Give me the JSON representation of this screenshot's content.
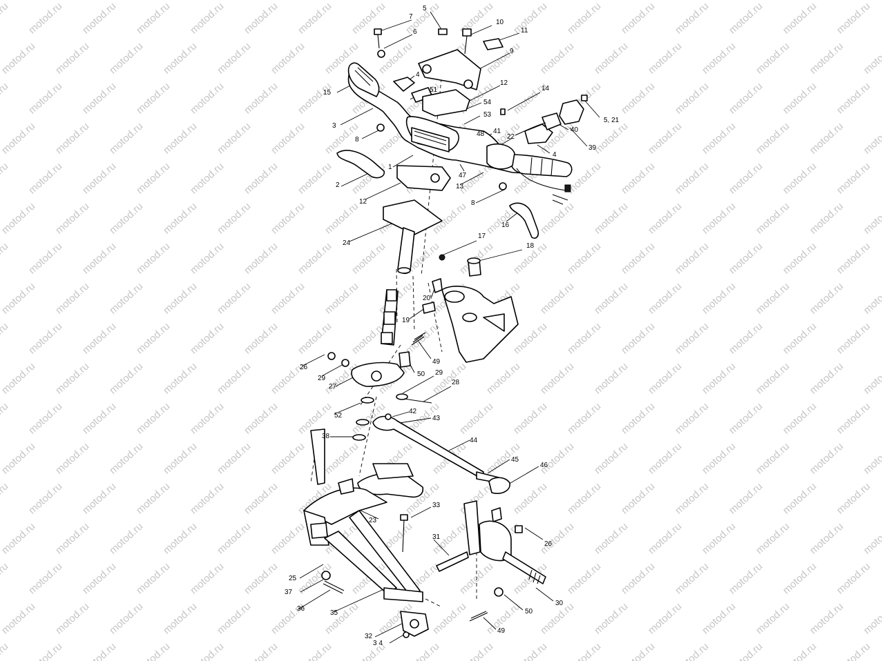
{
  "watermark": {
    "text": "motod.ru"
  },
  "parts": [
    {
      "id": "7",
      "label": "7"
    },
    {
      "id": "5a",
      "label": "5"
    },
    {
      "id": "6",
      "label": "6"
    },
    {
      "id": "10",
      "label": "10"
    },
    {
      "id": "11",
      "label": "11"
    },
    {
      "id": "9",
      "label": "9"
    },
    {
      "id": "15",
      "label": "15"
    },
    {
      "id": "4a",
      "label": "4"
    },
    {
      "id": "51",
      "label": "51"
    },
    {
      "id": "12a",
      "label": "12"
    },
    {
      "id": "14",
      "label": "14"
    },
    {
      "id": "54",
      "label": "54"
    },
    {
      "id": "53",
      "label": "53"
    },
    {
      "id": "3",
      "label": "3"
    },
    {
      "id": "5-21",
      "label": "5, 21"
    },
    {
      "id": "41",
      "label": "41"
    },
    {
      "id": "48",
      "label": "48"
    },
    {
      "id": "8a",
      "label": "8"
    },
    {
      "id": "22",
      "label": "22"
    },
    {
      "id": "40",
      "label": "40"
    },
    {
      "id": "39",
      "label": "39"
    },
    {
      "id": "4b",
      "label": "4"
    },
    {
      "id": "1",
      "label": "1"
    },
    {
      "id": "2",
      "label": "2"
    },
    {
      "id": "47",
      "label": "47"
    },
    {
      "id": "13",
      "label": "13"
    },
    {
      "id": "12b",
      "label": "12"
    },
    {
      "id": "8b",
      "label": "8"
    },
    {
      "id": "16",
      "label": "16"
    },
    {
      "id": "24",
      "label": "24"
    },
    {
      "id": "17",
      "label": "17"
    },
    {
      "id": "18",
      "label": "18"
    },
    {
      "id": "20",
      "label": "20"
    },
    {
      "id": "19",
      "label": "19"
    },
    {
      "id": "49a",
      "label": "49"
    },
    {
      "id": "26a",
      "label": "26"
    },
    {
      "id": "29a",
      "label": "29"
    },
    {
      "id": "50a",
      "label": "50"
    },
    {
      "id": "27",
      "label": "27"
    },
    {
      "id": "29b",
      "label": "29"
    },
    {
      "id": "28",
      "label": "28"
    },
    {
      "id": "52",
      "label": "52"
    },
    {
      "id": "42",
      "label": "42"
    },
    {
      "id": "43",
      "label": "43"
    },
    {
      "id": "38",
      "label": "38"
    },
    {
      "id": "44",
      "label": "44"
    },
    {
      "id": "45",
      "label": "45"
    },
    {
      "id": "46",
      "label": "46"
    },
    {
      "id": "23",
      "label": "23"
    },
    {
      "id": "33",
      "label": "33"
    },
    {
      "id": "26b",
      "label": "26"
    },
    {
      "id": "31",
      "label": "31"
    },
    {
      "id": "25",
      "label": "25"
    },
    {
      "id": "37",
      "label": "37"
    },
    {
      "id": "36",
      "label": "36"
    },
    {
      "id": "35",
      "label": "35"
    },
    {
      "id": "30",
      "label": "30"
    },
    {
      "id": "50b",
      "label": "50"
    },
    {
      "id": "49b",
      "label": "49"
    },
    {
      "id": "32",
      "label": "32"
    },
    {
      "id": "34",
      "label": "3 4"
    }
  ]
}
